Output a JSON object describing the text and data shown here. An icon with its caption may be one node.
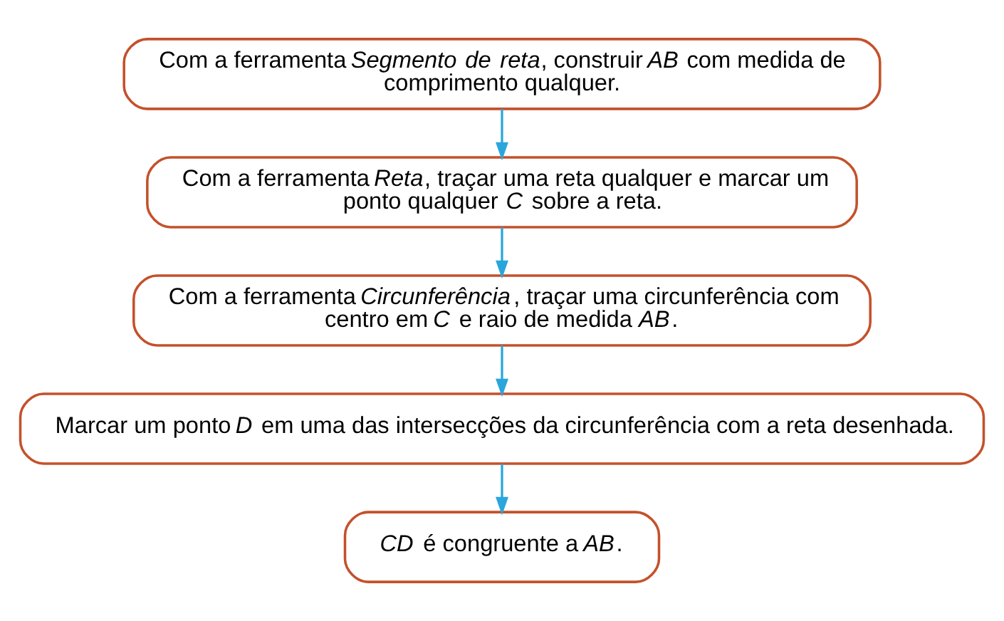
{
  "diagram": {
    "nodes": [
      {
        "text": [
          "Com a ferramenta *Segmento de reta*, construir *AB* com medida de comprimento qualquer."
        ]
      },
      {
        "text": [
          "Com a ferramenta *Reta*, traçar uma reta qualquer e marcar um ponto qualquer *C* sobre a reta."
        ]
      },
      {
        "text": [
          "Com a ferramenta *Circunferência*, traçar uma circunferência com centro em *C* e raio de medida *AB*."
        ]
      },
      {
        "text": [
          "Marcar um ponto *D* em uma das intersecções da circunferência com a reta desenhada."
        ]
      },
      {
        "text": [
          "*CD* é congruente a *AB*."
        ]
      }
    ],
    "edges": [
      {
        "from": 0,
        "to": 1,
        "arrow": "to"
      },
      {
        "from": 1,
        "to": 2,
        "arrow": "to"
      },
      {
        "from": 2,
        "to": 3,
        "arrow": "to"
      },
      {
        "from": 3,
        "to": 4,
        "arrow": "to"
      }
    ]
  }
}
